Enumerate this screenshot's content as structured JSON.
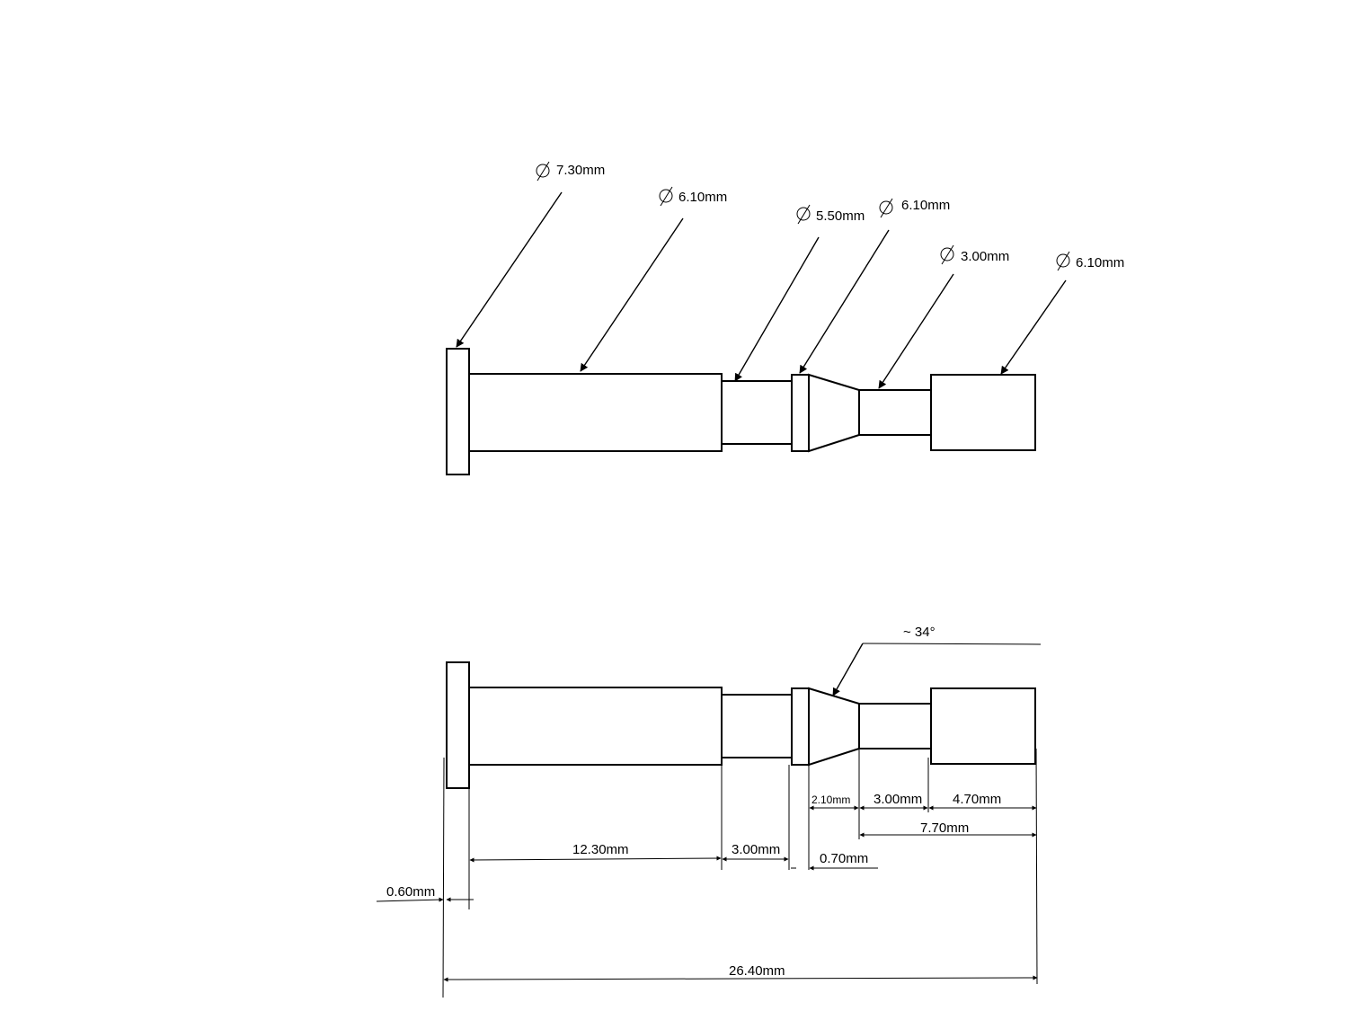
{
  "diameters": [
    {
      "id": "flange",
      "label": "7.30mm",
      "symbol": "⌀"
    },
    {
      "id": "shaft-main",
      "label": "6.10mm",
      "symbol": "⌀"
    },
    {
      "id": "neck",
      "label": "5.50mm",
      "symbol": "⌀"
    },
    {
      "id": "collar",
      "label": "6.10mm",
      "symbol": "⌀"
    },
    {
      "id": "taper-neck",
      "label": "3.00mm",
      "symbol": "⌀"
    },
    {
      "id": "end-cap",
      "label": "6.10mm",
      "symbol": "⌀"
    }
  ],
  "angle": {
    "label": "~ 34°"
  },
  "lengths": [
    {
      "id": "flange",
      "label": "0.60mm"
    },
    {
      "id": "shaft-main",
      "label": "12.30mm"
    },
    {
      "id": "neck",
      "label": "3.00mm"
    },
    {
      "id": "collar",
      "label": "0.70mm"
    },
    {
      "id": "taper",
      "label": "2.10mm"
    },
    {
      "id": "taper-neck",
      "label": "3.00mm"
    },
    {
      "id": "end-cap",
      "label": "4.70mm"
    },
    {
      "id": "right-section",
      "label": "7.70mm"
    },
    {
      "id": "overall",
      "label": "26.40mm"
    }
  ]
}
